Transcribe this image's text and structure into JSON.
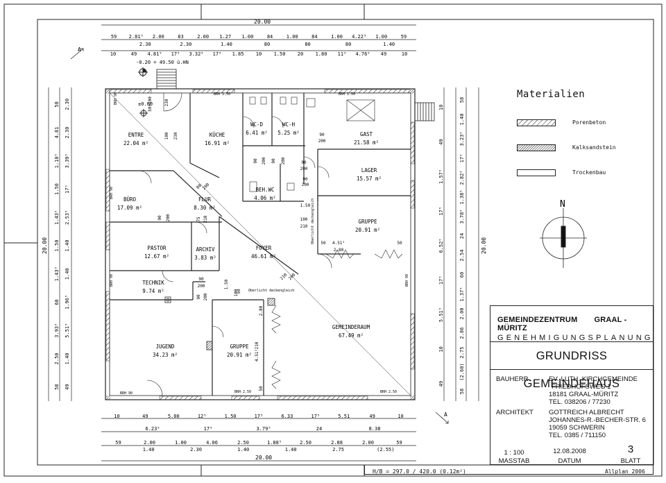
{
  "drawing": {
    "dims_top": {
      "overall": "20.00",
      "row1": [
        "59",
        "2.81⁵",
        "2.00",
        "83",
        "2.00",
        "1.27",
        "1.00",
        "84",
        "1.00",
        "84",
        "1.00",
        "4.22⁵",
        "1.00",
        "59"
      ],
      "row1_sub": [
        "2.30",
        "2.30",
        "1.40",
        "80",
        "80",
        "80",
        "1.40"
      ],
      "row2": [
        "10",
        "49",
        "4.81⁵",
        "17⁵",
        "3.32⁵",
        "17⁵",
        "1.85",
        "10",
        "1.50",
        "20",
        "1.80",
        "11⁵",
        "4.76⁵",
        "49",
        "10"
      ]
    },
    "dims_bottom": {
      "row1": [
        "10",
        "49",
        "5.00",
        "12⁵",
        "1.50",
        "17⁵",
        "6.33",
        "17⁵",
        "5.51",
        "49",
        "10"
      ],
      "row2": [
        "6.23⁵",
        "17⁵",
        "3.79⁵",
        "24",
        "8.38"
      ],
      "row3": [
        "59",
        "2.00",
        "1.00",
        "4.06",
        "2.50",
        "1.88⁵",
        "2.50",
        "2.88",
        "2.00",
        "59"
      ],
      "row3_sub": [
        "1.40",
        "2.30",
        "1.40",
        "1.40",
        "2.75",
        "(2.55)"
      ],
      "overall": "20.00"
    },
    "dims_left": {
      "overall": "20.00",
      "outer": [
        "58",
        "4.81",
        "1.10⁵",
        "1.50",
        "1.43⁵",
        "1.50",
        "1.43⁵",
        "60",
        "3.93⁵",
        "2.50",
        "58"
      ],
      "inner": [
        "2.30",
        "2.30",
        "3.39⁵",
        "17⁵",
        "2.53⁵",
        "1.40",
        "1.40",
        "1.96⁵",
        "5.51⁵",
        "1.40",
        "49"
      ]
    },
    "dims_right": {
      "overall": "20.00",
      "outer": [
        "10",
        "49",
        "1.57⁵",
        "17⁵",
        "6.52⁵",
        "17⁵",
        "5.51⁵",
        "10",
        "49"
      ],
      "inner": [
        "58",
        "1.40",
        "3.23⁵",
        "17⁵",
        "2.82⁵",
        "1.38⁵",
        "3.78⁵",
        "24",
        "2.54",
        "60",
        "1.37⁵",
        "2.00",
        "2.86",
        "2.75",
        "(2.60)",
        "58"
      ]
    },
    "level_note": "-0.20 = 49.50 ü.HN",
    "zero_level": "±0.00",
    "rooms": [
      {
        "name": "ENTRE",
        "area": "22.04 m²"
      },
      {
        "name": "KÜCHE",
        "area": "16.91 m²"
      },
      {
        "name": "WC-D",
        "area": "6.41 m²"
      },
      {
        "name": "WC-H",
        "area": "5.25 m²"
      },
      {
        "name": "GAST",
        "area": "21.58 m²"
      },
      {
        "name": "BÜRO",
        "area": "17.09 m²"
      },
      {
        "name": "FLUR",
        "area": "8.30 m²"
      },
      {
        "name": "BEH.WC",
        "area": "4.06 m²"
      },
      {
        "name": "LAGER",
        "area": "15.57 m²"
      },
      {
        "name": "PASTOR",
        "area": "12.67 m²"
      },
      {
        "name": "ARCHIV",
        "area": "3.83 m²"
      },
      {
        "name": "FOYER",
        "area": "46.61 m²"
      },
      {
        "name": "GRUPPE",
        "area": "20.91 m²"
      },
      {
        "name": "TECHNIK",
        "area": "9.74 m²"
      },
      {
        "name": "JUGEND",
        "area": "34.23 m²"
      },
      {
        "name": "GRUPPE",
        "area": "20.91 m²"
      },
      {
        "name": "GEMEINDERAUM",
        "area": "67.49 m²"
      }
    ],
    "door_labels": [
      "50+100",
      "230",
      "100",
      "230",
      "90",
      "200",
      "90",
      "200",
      "80",
      "200",
      "90",
      "200",
      "90",
      "200",
      "90",
      "200",
      "1.50",
      "100",
      "210",
      "4.51⁵",
      "2.80",
      "50",
      "50",
      "90",
      "200",
      "75",
      "210",
      "90",
      "200",
      "90",
      "200",
      "1.50",
      "100",
      "210",
      "200",
      "210",
      "4.51⁵",
      "2.80",
      "50",
      "50"
    ],
    "brh_labels": [
      "BRH 1.50",
      "BRH 1.50",
      "BRH 90",
      "BRH 90",
      "BRH 90",
      "BRH 90",
      "BRH 2.50",
      "BRH 90",
      "BRH 2.50"
    ],
    "skylight": "Oberlicht deckengleich"
  },
  "materials": {
    "title": "Materialien",
    "items": [
      {
        "label": "Porenbeton",
        "pattern": "hatch"
      },
      {
        "label": "Kalksandstein",
        "pattern": "dense"
      },
      {
        "label": "Trockenbau",
        "pattern": "empty"
      }
    ]
  },
  "north_label": "N",
  "title_block": {
    "project": "GEMEINDEZENTRUM",
    "place": "GRAAL - MÜRITZ",
    "phase": "GENEHMIGUNGSPLANUNG",
    "drawing_title": "GRUNDRISS GEMEINDEHAUS",
    "client_label": "BAUHERR",
    "client_lines": [
      "EV.-LUTH. KIRCHGEMEINDE",
      "FRIEDHOFSWEG 1",
      "18181 GRAAL-MÜRITZ",
      "TEL. 038206 / 77230"
    ],
    "architect_label": "ARCHITEKT",
    "architect_lines": [
      "GOTTREICH ALBRECHT",
      "JOHANNES-R.-BECHER-STR. 6",
      "19059 SCHWERIN",
      "TEL. 0385 / 711150"
    ],
    "scale_value": "1 : 100",
    "scale_label": "MASSTAB",
    "date_value": "12.08.2008",
    "date_label": "DATUM",
    "sheet_value": "3",
    "sheet_label": "BLATT"
  },
  "footer": {
    "format": "H/B = 297.0 / 420.0 (0.12m²)",
    "software": "Allplan 2006"
  }
}
